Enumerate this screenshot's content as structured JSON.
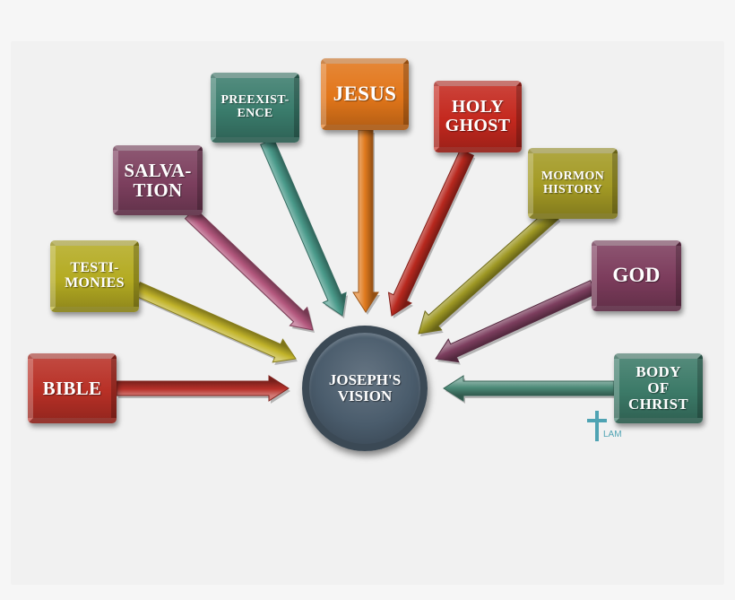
{
  "diagram": {
    "center": {
      "label": "JOSEPH'S\nVISION",
      "color": "#4a5c6c"
    },
    "topics": [
      {
        "id": "bible",
        "label": "BIBLE",
        "color": "#b83026",
        "arrow_color": "#b8312a"
      },
      {
        "id": "testimonies",
        "label": "TESTI-\nMONIES",
        "color": "#b4ab22",
        "arrow_color": "#c2b42a"
      },
      {
        "id": "salvation",
        "label": "SALVA-\nTION",
        "color": "#7c3f5e",
        "arrow_color": "#b4587e"
      },
      {
        "id": "preexistence",
        "label": "PREEXIST-\nENCE",
        "color": "#3a7c6c",
        "arrow_color": "#4a9a8a"
      },
      {
        "id": "jesus",
        "label": "JESUS",
        "color": "#e2761a",
        "arrow_color": "#e07a1e"
      },
      {
        "id": "holy-ghost",
        "label": "HOLY\nGHOST",
        "color": "#c4281e",
        "arrow_color": "#b8281e"
      },
      {
        "id": "mormon-history",
        "label": "MORMON\nHISTORY",
        "color": "#a39a24",
        "arrow_color": "#9e9824"
      },
      {
        "id": "god",
        "label": "GOD",
        "color": "#7c3c5c",
        "arrow_color": "#7c3e5e"
      },
      {
        "id": "body-of-christ",
        "label": "BODY\nOF\nCHRIST",
        "color": "#3c7a68",
        "arrow_color": "#4c8a78"
      }
    ]
  },
  "signature": {
    "text": "LAM",
    "color": "#4fa3b3"
  }
}
